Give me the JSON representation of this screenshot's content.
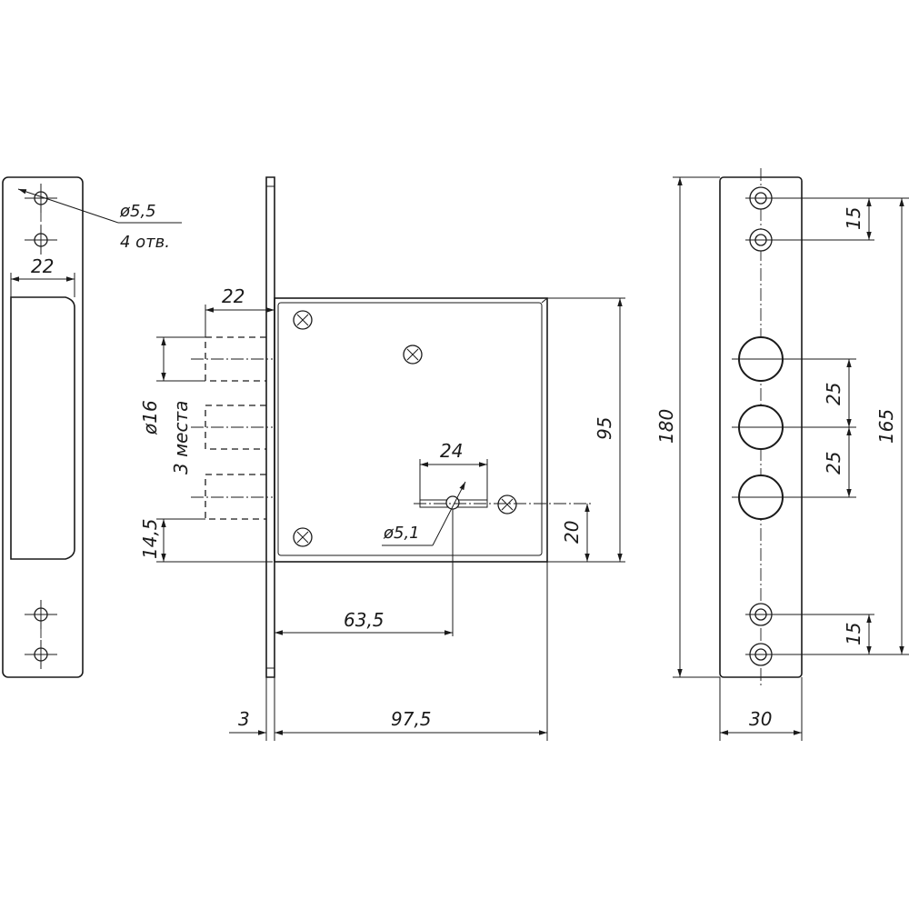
{
  "dimensions": {
    "hole_diameter": "ø5,5",
    "hole_count": "4 отв.",
    "strike_width": "22",
    "bolt_offset": "22",
    "bolt_diameter": "ø16",
    "bolt_count": "3 места",
    "bolt_bottom": "14,5",
    "key_width": "24",
    "key_hole": "ø5,1",
    "body_height": "95",
    "key_height": "20",
    "backset": "63,5",
    "plate_thickness": "3",
    "body_depth": "97,5",
    "total_height": "180",
    "hole_spacing_top": "15",
    "bolt_spacing_1": "25",
    "bolt_spacing_2": "25",
    "hole_span": "165",
    "hole_spacing_bottom": "15",
    "faceplate_width": "30"
  }
}
